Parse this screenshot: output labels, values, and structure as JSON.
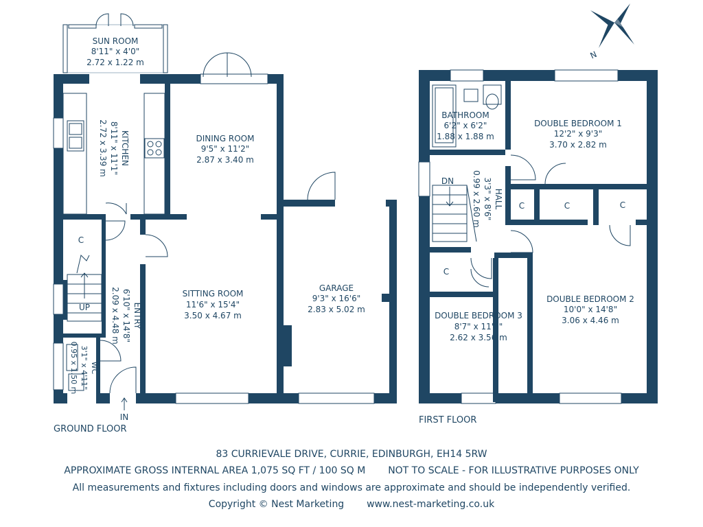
{
  "compass": {
    "north_label": "N"
  },
  "ground_floor": {
    "label": "GROUND FLOOR",
    "in_label": "IN",
    "up_label": "UP",
    "cupboard": "C",
    "rooms": {
      "sun_room": {
        "name": "SUN ROOM",
        "imperial": "8'11\" x 4'0\"",
        "metric": "2.72 x 1.22 m"
      },
      "kitchen": {
        "name": "KITCHEN",
        "imperial": "8'11\" x 11'1\"",
        "metric": "2.72 x 3.39 m"
      },
      "dining_room": {
        "name": "DINING ROOM",
        "imperial": "9'5\" x 11'2\"",
        "metric": "2.87 x 3.40 m"
      },
      "sitting_room": {
        "name": "SITTING ROOM",
        "imperial": "11'6\" x 15'4\"",
        "metric": "3.50 x 4.67 m"
      },
      "garage": {
        "name": "GARAGE",
        "imperial": "9'3\" x 16'6\"",
        "metric": "2.83 x 5.02 m"
      },
      "entry": {
        "name": "ENTRY",
        "imperial": "6'10\" x 14'8\"",
        "metric": "2.09 x 4.48 m"
      },
      "wc": {
        "name": "WC",
        "imperial": "3'1\" x 4'11\"",
        "metric": "0.95 x 1.50 m"
      }
    }
  },
  "first_floor": {
    "label": "FIRST FLOOR",
    "dn_label": "DN",
    "cupboard": "C",
    "rooms": {
      "bathroom": {
        "name": "BATHROOM",
        "imperial": "6'2\" x 6'2\"",
        "metric": "1.88 x 1.88 m"
      },
      "bedroom1": {
        "name": "DOUBLE BEDROOM 1",
        "imperial": "12'2\" x 9'3\"",
        "metric": "3.70 x 2.82 m"
      },
      "hall": {
        "name": "HALL",
        "imperial": "3'3\" x 8'6\"",
        "metric": "0.99 x 2.60 m"
      },
      "bedroom2": {
        "name": "DOUBLE BEDROOM 2",
        "imperial": "10'0\" x 14'8\"",
        "metric": "3.06 x 4.46 m"
      },
      "bedroom3": {
        "name": "DOUBLE BEDROOM 3",
        "imperial": "8'7\" x 11'8\"",
        "metric": "2.62 x 3.56 m"
      }
    }
  },
  "footer": {
    "address": "83 CURRIEVALE DRIVE, CURRIE, EDINBURGH, EH14 5RW",
    "area": "APPROXIMATE GROSS INTERNAL AREA  1,075 SQ FT / 100 SQ M",
    "scale_note": "NOT TO SCALE - FOR ILLUSTRATIVE PURPOSES ONLY",
    "disclaimer": "All measurements and fixtures including doors and windows are approximate and should be independently verified.",
    "copyright": "Copyright © Nest Marketing",
    "website": "www.nest-marketing.co.uk"
  }
}
